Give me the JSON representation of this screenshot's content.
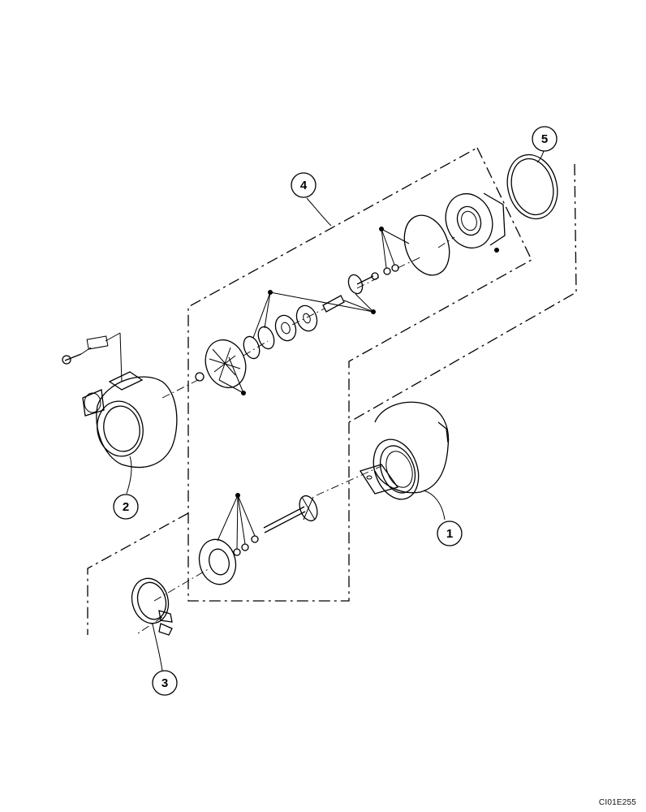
{
  "diagram": {
    "callouts": [
      {
        "id": "1",
        "label": "1"
      },
      {
        "id": "2",
        "label": "2"
      },
      {
        "id": "3",
        "label": "3"
      },
      {
        "id": "4",
        "label": "4"
      },
      {
        "id": "5",
        "label": "5"
      }
    ],
    "reference_code": "CI01E255"
  }
}
